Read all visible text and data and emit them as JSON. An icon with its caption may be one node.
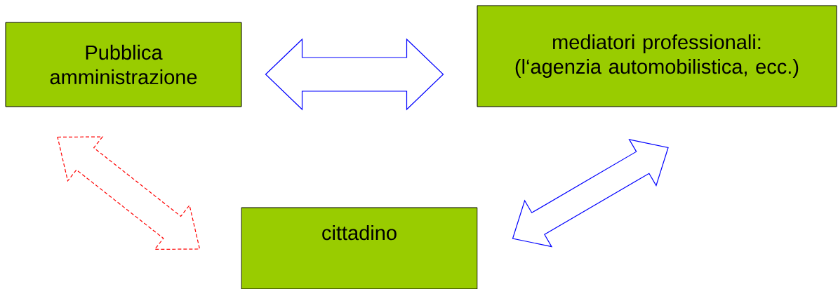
{
  "diagram": {
    "nodes": [
      {
        "text": [
          "Pubblica amministrazione"
        ]
      },
      {
        "text": [
          "mediatori professionali: (l‘agenzia automobilistica, ecc.)"
        ]
      },
      {
        "text": [
          "cittadino"
        ]
      }
    ],
    "edges": [
      {
        "from": 0,
        "to": 1,
        "arrow": "both"
      },
      {
        "from": 0,
        "to": 2,
        "arrow": "both",
        "style": "dashed",
        "color": "#ff0000"
      },
      {
        "from": 1,
        "to": 2,
        "arrow": "both"
      }
    ]
  }
}
